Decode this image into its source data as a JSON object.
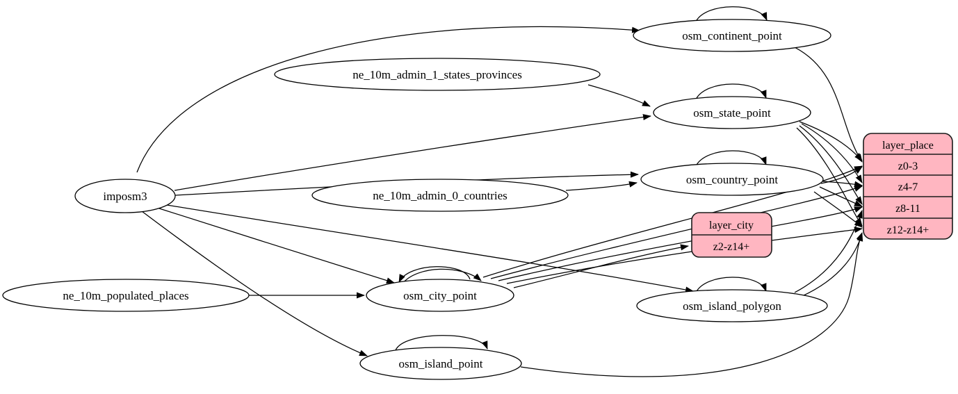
{
  "diagram_type": "etl-graph",
  "background": "#ffffff",
  "colors": {
    "node_fill": "#ffffff",
    "node_stroke": "#000000",
    "edge": "#000000",
    "record_fill": "#ffb6c1"
  },
  "nodes": {
    "imposm3": {
      "label": "imposm3",
      "kind": "importer"
    },
    "ne_10m_admin_1_states_provinces": {
      "label": "ne_10m_admin_1_states_provinces",
      "kind": "source"
    },
    "ne_10m_admin_0_countries": {
      "label": "ne_10m_admin_0_countries",
      "kind": "source"
    },
    "ne_10m_populated_places": {
      "label": "ne_10m_populated_places",
      "kind": "source"
    },
    "osm_continent_point": {
      "label": "osm_continent_point",
      "kind": "table",
      "generalized": true
    },
    "osm_state_point": {
      "label": "osm_state_point",
      "kind": "table",
      "generalized": true
    },
    "osm_country_point": {
      "label": "osm_country_point",
      "kind": "table",
      "generalized": true
    },
    "osm_city_point": {
      "label": "osm_city_point",
      "kind": "table",
      "generalized": true
    },
    "osm_island_polygon": {
      "label": "osm_island_polygon",
      "kind": "table",
      "generalized": true
    },
    "osm_island_point": {
      "label": "osm_island_point",
      "kind": "table",
      "generalized": true
    }
  },
  "records": {
    "layer_city": {
      "title": "layer_city",
      "rows": [
        "z2-z14+"
      ]
    },
    "layer_place": {
      "title": "layer_place",
      "rows": [
        "z0-3",
        "z4-7",
        "z8-11",
        "z12-z14+"
      ]
    }
  },
  "edges": [
    {
      "from": "imposm3",
      "to": "osm_continent_point"
    },
    {
      "from": "imposm3",
      "to": "osm_state_point"
    },
    {
      "from": "imposm3",
      "to": "osm_country_point"
    },
    {
      "from": "imposm3",
      "to": "osm_city_point"
    },
    {
      "from": "imposm3",
      "to": "osm_island_polygon"
    },
    {
      "from": "imposm3",
      "to": "osm_island_point"
    },
    {
      "from": "ne_10m_admin_1_states_provinces",
      "to": "osm_state_point"
    },
    {
      "from": "ne_10m_admin_0_countries",
      "to": "osm_country_point"
    },
    {
      "from": "ne_10m_populated_places",
      "to": "osm_city_point"
    },
    {
      "from": "osm_continent_point",
      "to": "osm_continent_point"
    },
    {
      "from": "osm_state_point",
      "to": "osm_state_point"
    },
    {
      "from": "osm_country_point",
      "to": "osm_country_point"
    },
    {
      "from": "osm_city_point",
      "to": "osm_city_point"
    },
    {
      "from": "osm_island_polygon",
      "to": "osm_island_polygon"
    },
    {
      "from": "osm_island_point",
      "to": "osm_island_point"
    },
    {
      "from": "osm_continent_point",
      "to": "layer_place",
      "to_row": "z0-3"
    },
    {
      "from": "osm_state_point",
      "to": "layer_place",
      "to_row": "z0-3"
    },
    {
      "from": "osm_state_point",
      "to": "layer_place",
      "to_row": "z4-7"
    },
    {
      "from": "osm_state_point",
      "to": "layer_place",
      "to_row": "z8-11"
    },
    {
      "from": "osm_state_point",
      "to": "layer_place",
      "to_row": "z12-z14+"
    },
    {
      "from": "osm_country_point",
      "to": "layer_place",
      "to_row": "z0-3"
    },
    {
      "from": "osm_country_point",
      "to": "layer_place",
      "to_row": "z4-7"
    },
    {
      "from": "osm_country_point",
      "to": "layer_place",
      "to_row": "z8-11"
    },
    {
      "from": "osm_country_point",
      "to": "layer_place",
      "to_row": "z12-z14+"
    },
    {
      "from": "osm_city_point",
      "to": "layer_city",
      "to_row": "z2-z14+"
    },
    {
      "from": "osm_city_point",
      "to": "layer_place",
      "to_row": "z0-3"
    },
    {
      "from": "osm_city_point",
      "to": "layer_place",
      "to_row": "z4-7"
    },
    {
      "from": "osm_city_point",
      "to": "layer_place",
      "to_row": "z8-11"
    },
    {
      "from": "osm_city_point",
      "to": "layer_place",
      "to_row": "z12-z14+"
    },
    {
      "from": "osm_island_polygon",
      "to": "layer_place",
      "to_row": "z8-11"
    },
    {
      "from": "osm_island_polygon",
      "to": "layer_place",
      "to_row": "z12-z14+"
    },
    {
      "from": "osm_island_point",
      "to": "layer_place",
      "to_row": "z12-z14+"
    }
  ]
}
